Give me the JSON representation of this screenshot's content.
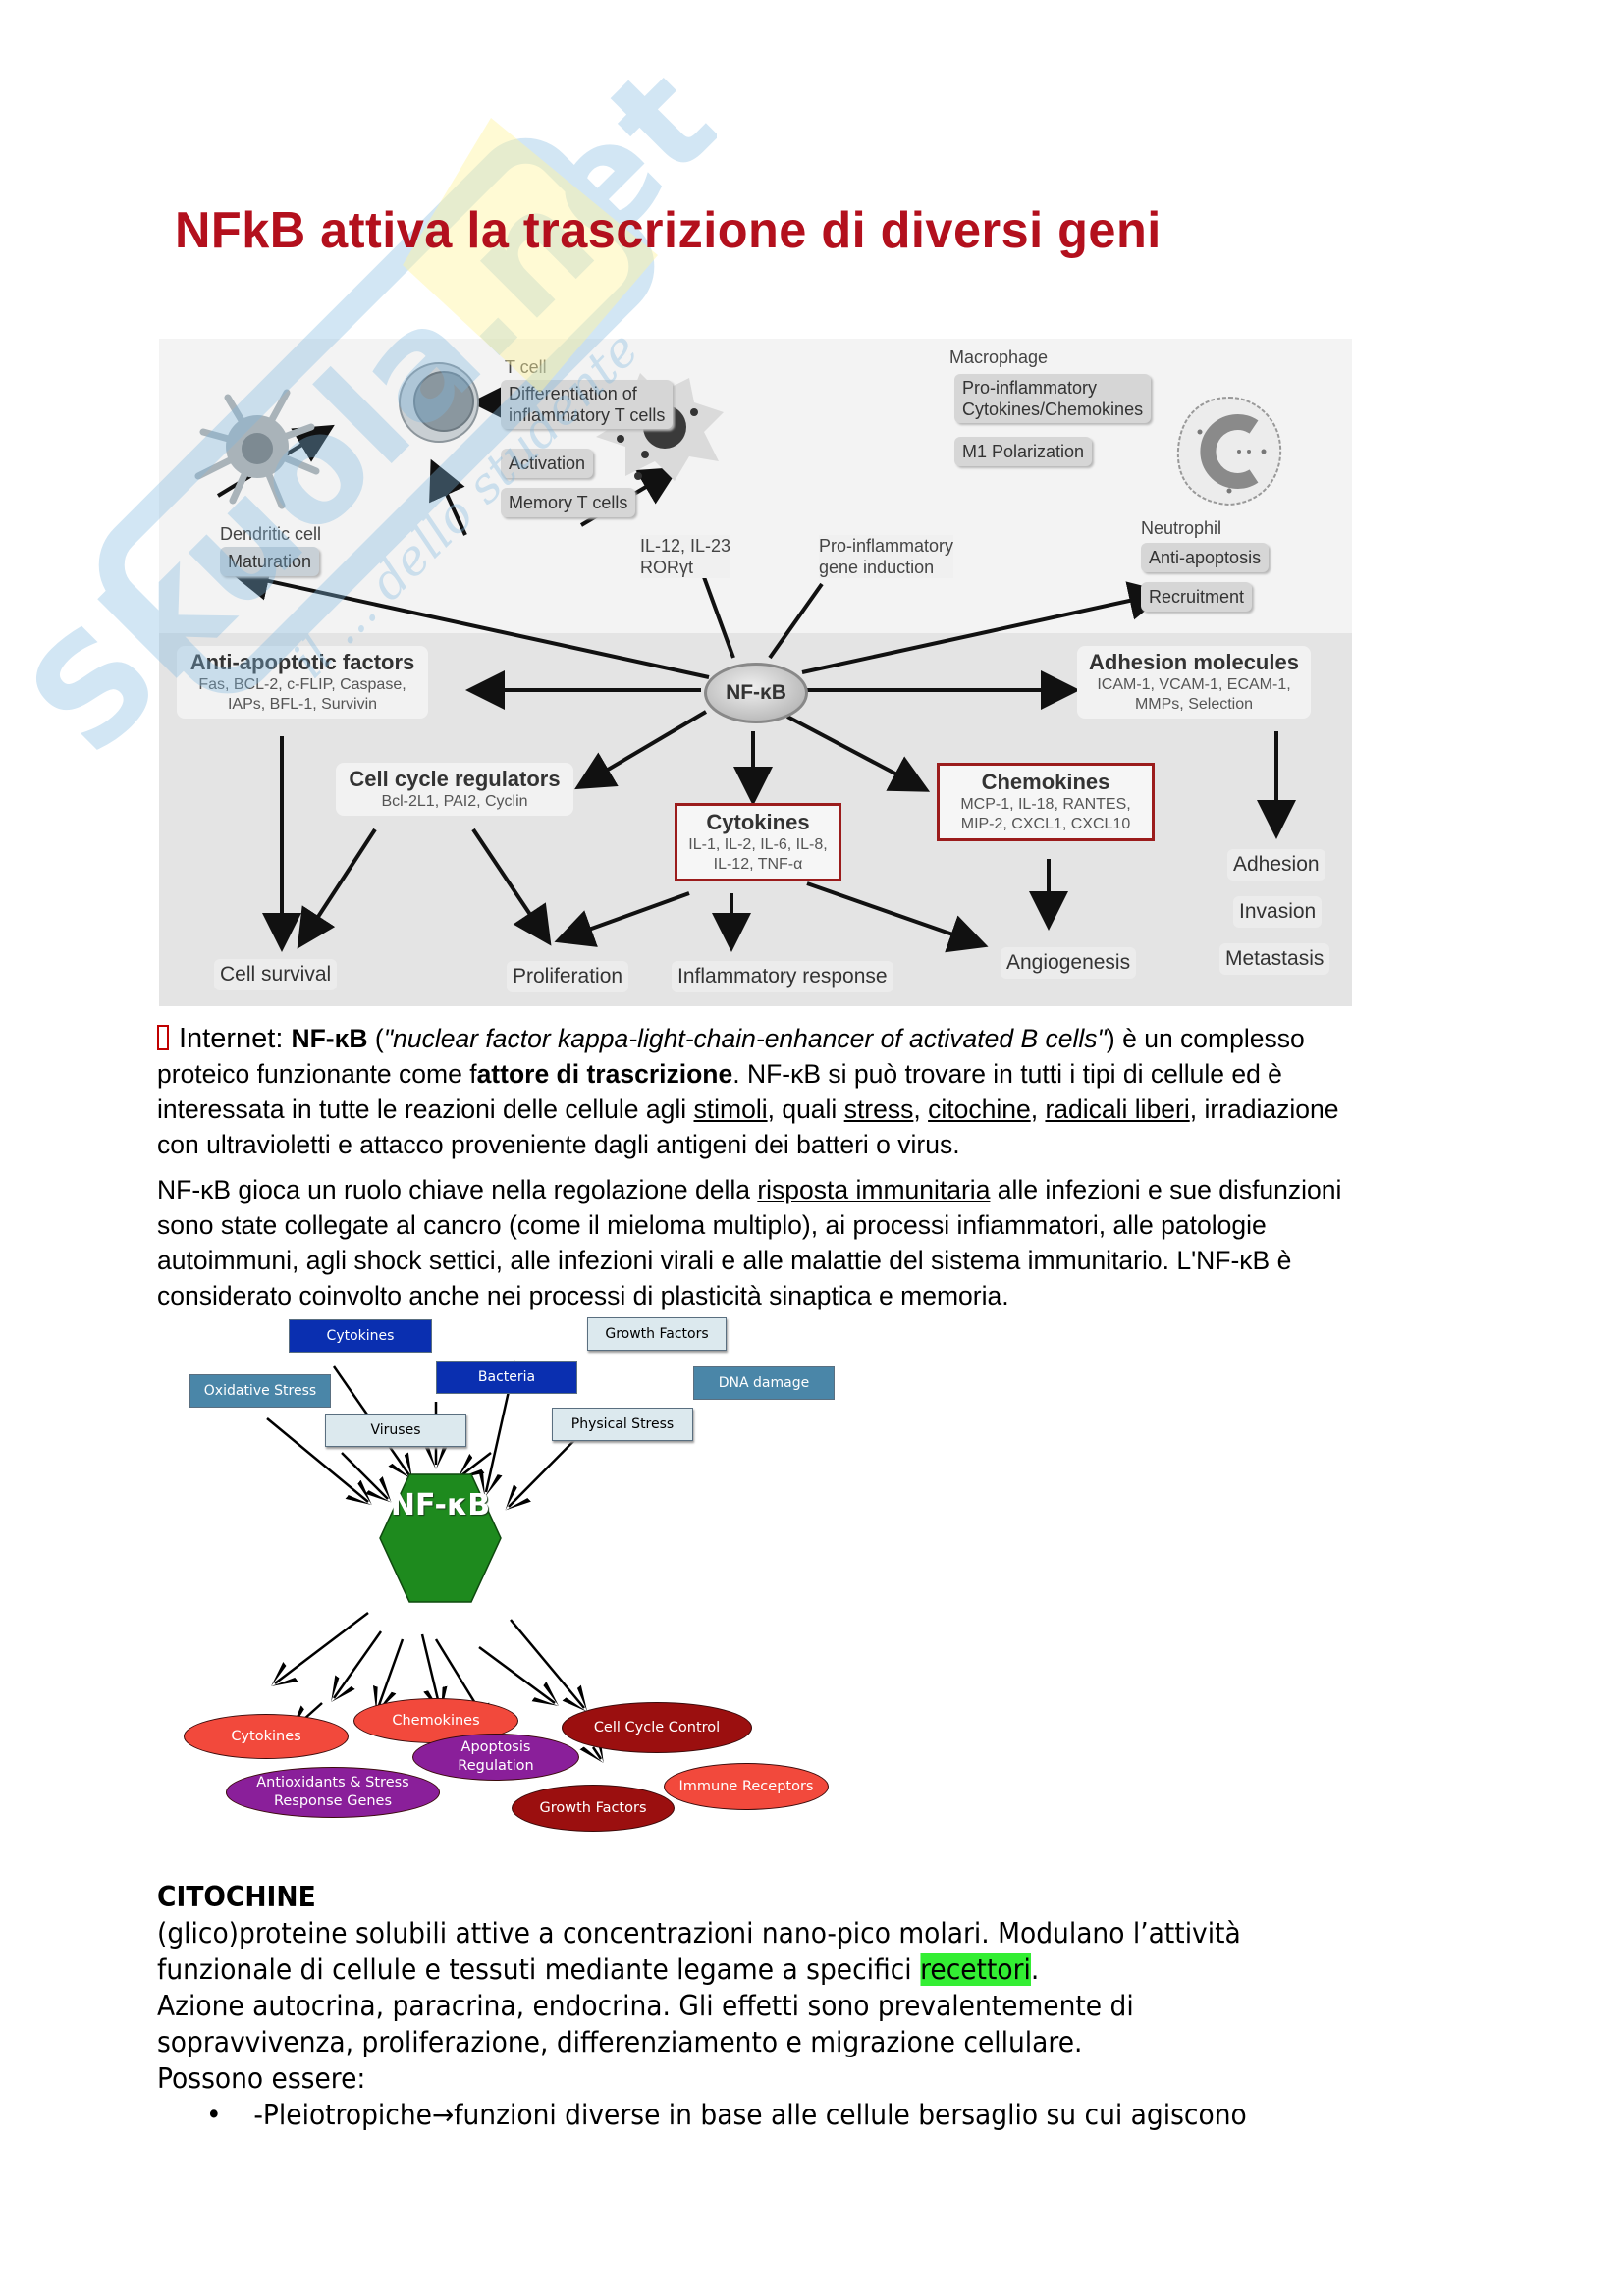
{
  "watermark": {
    "brand": "Skuola.net",
    "tagline": "il ... dello studente"
  },
  "slide_title": "NFkB attiva la trascrizione di diversi geni",
  "figure1": {
    "center": "NF-κB",
    "cells": {
      "dendritic": {
        "name": "Dendritic cell",
        "items": [
          "Maturation"
        ]
      },
      "tcell": {
        "name": "T cell",
        "items": [
          "Differentiation of inflammatory T cells",
          "Activation",
          "Memory T cells"
        ],
        "items_lines": [
          [
            "Differentiation of",
            "inflammatory T cells"
          ],
          [
            "Activation"
          ],
          [
            "Memory T cells"
          ]
        ]
      },
      "macrophage": {
        "name": "Macrophage",
        "items_lines": [
          [
            "Pro-inflammatory",
            "Cytokines/Chemokines"
          ],
          [
            "M1 Polarization"
          ]
        ]
      },
      "neutrophil": {
        "name": "Neutrophil",
        "items": [
          "Anti-apoptosis",
          "Recruitment"
        ]
      }
    },
    "mediators": {
      "il": [
        "IL-12, IL-23",
        "RORγt"
      ],
      "proinf": [
        "Pro-inflammatory",
        "gene induction"
      ]
    },
    "groups": {
      "antiapoptotic": {
        "title": "Anti-apoptotic factors",
        "lines": [
          "Fas, BCL-2, c-FLIP, Caspase,",
          "IAPs, BFL-1, Survivin"
        ]
      },
      "cellcycle": {
        "title": "Cell cycle regulators",
        "lines": [
          "Bcl-2L1, PAI2, Cyclin"
        ]
      },
      "cytokines": {
        "title": "Cytokines",
        "lines": [
          "IL-1, IL-2, IL-6, IL-8,",
          "IL-12, TNF-α"
        ]
      },
      "chemokines": {
        "title": "Chemokines",
        "lines": [
          "MCP-1, IL-18, RANTES,",
          "MIP-2, CXCL1, CXCL10"
        ]
      },
      "adhesion": {
        "title": "Adhesion molecules",
        "lines": [
          "ICAM-1, VCAM-1, ECAM-1,",
          "MMPs, Selection"
        ]
      }
    },
    "outcomes": [
      "Cell survival",
      "Proliferation",
      "Inflammatory response",
      "Angiogenesis",
      "Adhesion",
      "Invasion",
      "Metastasis"
    ]
  },
  "paragraph1": {
    "prefix": "Internet: ",
    "term": "NF-κB",
    "open": " (",
    "expansion": "\"nuclear factor kappa-light-chain-enhancer of activated B cells\"",
    "after": ") è un complesso",
    "line2_a": "proteico funzionante come f",
    "line2_bold": "attore di trascrizione",
    "line2_b": ". NF-κB si può trovare in tutti i tipi di cellule ed è",
    "line3_a": "interessata in tutte le reazioni delle cellule agli ",
    "link_stimoli": "stimoli",
    "line3_b": ", quali ",
    "link_stress": "stress",
    "comma1": ", ",
    "link_citochine": "citochine",
    "comma2": ", ",
    "link_radicali": "radicali liberi",
    "line3_c": ", irradiazione",
    "line4": "con ultravioletti e attacco proveniente dagli antigeni dei batteri o virus."
  },
  "paragraph2": {
    "line1_a": "NF-κB gioca un ruolo chiave nella regolazione della ",
    "link_risposta": "risposta immunitaria",
    "line1_b": " alle infezioni e sue disfunzioni",
    "line2": "sono state collegate al cancro (come il mieloma multiplo), ai processi infiammatori, alle patologie",
    "line3": "autoimmuni, agli shock settici, alle infezioni virali e alle malattie del sistema immunitario. L'NF-κB è",
    "line4": "considerato coinvolto anche nei processi di plasticità sinaptica e memoria."
  },
  "figure2": {
    "center": "NF-κB",
    "inputs": [
      {
        "label": "Cytokines",
        "color": "#0a2fb0",
        "text": "#ffffff"
      },
      {
        "label": "Growth Factors",
        "color": "#dce9ee",
        "text": "#000000"
      },
      {
        "label": "Oxidative Stress",
        "color": "#4a86a8",
        "text": "#ffffff"
      },
      {
        "label": "Bacteria",
        "color": "#0a2fb0",
        "text": "#ffffff"
      },
      {
        "label": "DNA damage",
        "color": "#4a86a8",
        "text": "#ffffff"
      },
      {
        "label": "Viruses",
        "color": "#dce9ee",
        "text": "#000000"
      },
      {
        "label": "Physical Stress",
        "color": "#dce9ee",
        "text": "#000000"
      }
    ],
    "outputs": [
      {
        "label": "Cytokines",
        "color": "#f2493c"
      },
      {
        "label": "Chemokines",
        "color": "#f2493c"
      },
      {
        "label": "Cell Cycle Control",
        "color": "#9b0f0f"
      },
      {
        "label": "Apoptosis Regulation",
        "lines": [
          "Apoptosis",
          "Regulation"
        ],
        "color": "#8a1f9a"
      },
      {
        "label": "Immune Receptors",
        "color": "#f2493c"
      },
      {
        "label": "Antioxidants & Stress Response Genes",
        "lines": [
          "Antioxidants & Stress",
          "Response Genes"
        ],
        "color": "#8a1f9a"
      },
      {
        "label": "Growth Factors",
        "color": "#9b0f0f"
      }
    ],
    "hex_color": "#1e8a1e"
  },
  "citochine": {
    "title": "CITOCHINE",
    "line1": "(glico)proteine solubili attive a concentrazioni nano-pico molari. Modulano l’attività",
    "line2_a": "funzionale di cellule e tessuti mediante legame a specifici ",
    "line2_highlight": "recettori",
    "line2_b": ".",
    "line3": "Azione autocrina, paracrina, endocrina. Gli effetti sono prevalentemente di",
    "line4": "sopravvivenza, proliferazione, differenziamento e migrazione cellulare.",
    "line5": "Possono essere:",
    "bullets": [
      {
        "a": "-Pleiotropiche",
        "arrow": "→",
        "b": "funzioni diverse in base alle cellule bersaglio su cui agiscono"
      }
    ]
  }
}
